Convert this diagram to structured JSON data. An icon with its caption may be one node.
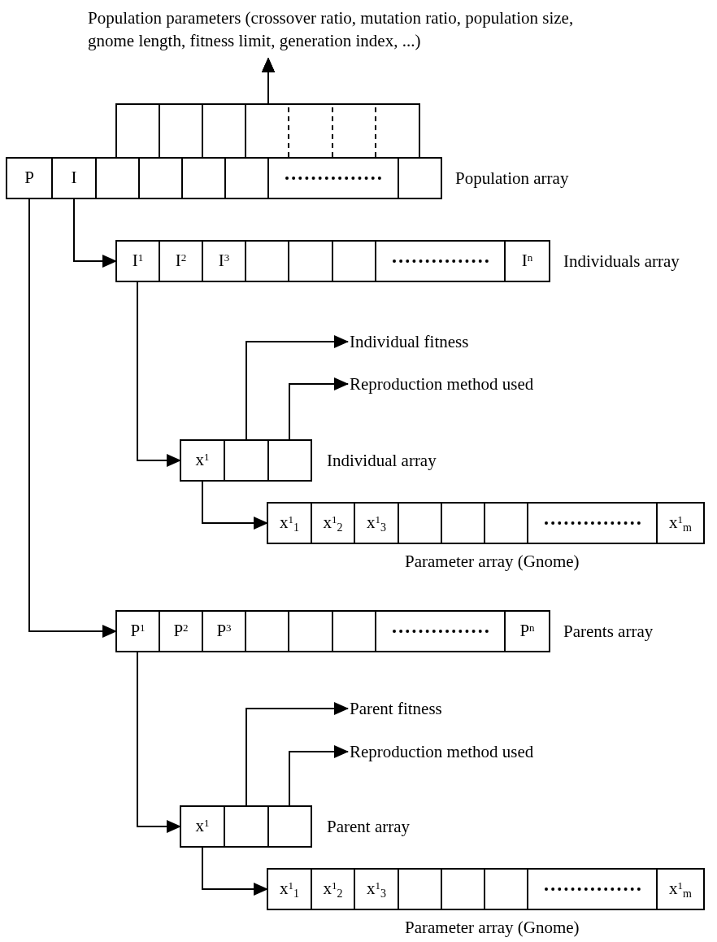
{
  "diagram": {
    "nodes": [
      {
        "text": [
          "Population parameters (crossover ratio, mutation ratio, population size, gnome length, fitness limit, generation index, ...)"
        ]
      },
      {
        "text": [
          "P"
        ]
      },
      {
        "text": [
          "I"
        ]
      },
      {
        "text": [],
        "shape": "box"
      },
      {
        "text": [],
        "shape": "box"
      },
      {
        "text": [],
        "shape": "box"
      },
      {
        "text": [],
        "shape": "box"
      },
      {
        "text": [],
        "shape": "box"
      },
      {
        "text": [],
        "shape": "box"
      },
      {
        "text": [
          "I$^{1}$"
        ]
      },
      {
        "text": [
          "I$^{2}$"
        ]
      },
      {
        "text": [
          "I$^{3}$"
        ]
      },
      {
        "text": [],
        "shape": "box"
      },
      {
        "text": [],
        "shape": "box"
      },
      {
        "text": [],
        "shape": "box"
      },
      {
        "text": [],
        "shape": "box"
      },
      {
        "text": [
          "I$^{n}$"
        ]
      },
      {
        "text": [
          "Individual fitness"
        ]
      },
      {
        "text": [
          "Reproduction method used"
        ]
      },
      {
        "text": [
          "x$^{1}$"
        ]
      },
      {
        "text": [],
        "shape": "box"
      },
      {
        "text": [],
        "shape": "box"
      },
      {
        "text": [
          "x$^{1}$$_{1}$"
        ]
      },
      {
        "text": [
          "x$^{1}$$_{2}$"
        ]
      },
      {
        "text": [
          "x$^{1}$$_{3}$"
        ]
      },
      {
        "text": [],
        "shape": "box"
      },
      {
        "text": [],
        "shape": "box"
      },
      {
        "text": [],
        "shape": "box"
      },
      {
        "text": [],
        "shape": "box"
      },
      {
        "text": [
          "x$^{1}$$_{m}$"
        ]
      },
      {
        "text": [
          "P$^{1}$"
        ]
      },
      {
        "text": [
          "P$^{2}$"
        ]
      },
      {
        "text": [
          "P$^{3}$"
        ]
      },
      {
        "text": [],
        "shape": "box"
      },
      {
        "text": [],
        "shape": "box"
      },
      {
        "text": [],
        "shape": "box"
      },
      {
        "text": [],
        "shape": "box"
      },
      {
        "text": [
          "P$^{n}$"
        ]
      },
      {
        "text": [
          "Parent fitness"
        ]
      },
      {
        "text": [
          "Reproduction method used"
        ]
      },
      {
        "text": [
          "x$^{1}$"
        ]
      },
      {
        "text": [],
        "shape": "box"
      },
      {
        "text": [],
        "shape": "box"
      },
      {
        "text": [
          "x$^{1}$$_{1}$"
        ]
      },
      {
        "text": [
          "x$^{1}$$_{2}$"
        ]
      },
      {
        "text": [
          "x$^{1}$$_{3}$"
        ]
      },
      {
        "text": [],
        "shape": "box"
      },
      {
        "text": [],
        "shape": "box"
      },
      {
        "text": [],
        "shape": "box"
      },
      {
        "text": [],
        "shape": "box"
      },
      {
        "text": [
          "x$^{1}$$_{m}$"
        ]
      }
    ],
    "edges": [
      {
        "from": 3,
        "to": 0,
        "arrow": "to"
      },
      {
        "from": 4,
        "to": 0,
        "arrow": "to"
      },
      {
        "from": 5,
        "to": 0,
        "arrow": "to"
      },
      {
        "from": 6,
        "to": 0,
        "arrow": "to"
      },
      {
        "from": 7,
        "to": 0,
        "arrow": "to",
        "style": "dashed"
      },
      {
        "from": 8,
        "to": 0,
        "arrow": "to"
      },
      {
        "from": 2,
        "to": 9,
        "arrow": "to"
      },
      {
        "from": 1,
        "to": 30,
        "arrow": "to"
      },
      {
        "from": 9,
        "to": 19,
        "arrow": "to"
      },
      {
        "from": 20,
        "to": 17,
        "arrow": "to"
      },
      {
        "from": 21,
        "to": 18,
        "arrow": "to"
      },
      {
        "from": 19,
        "to": 22,
        "arrow": "to"
      },
      {
        "from": 30,
        "to": 40,
        "arrow": "to"
      },
      {
        "from": 41,
        "to": 38,
        "arrow": "to"
      },
      {
        "from": 42,
        "to": 39,
        "arrow": "to"
      },
      {
        "from": 40,
        "to": 43,
        "arrow": "to"
      }
    ],
    "labels": [
      "Population array",
      "Individuals array",
      "Individual array",
      "Parameter array (Gnome)",
      "Parents array",
      "Parent array",
      "Parameter array (Gnome)"
    ]
  }
}
